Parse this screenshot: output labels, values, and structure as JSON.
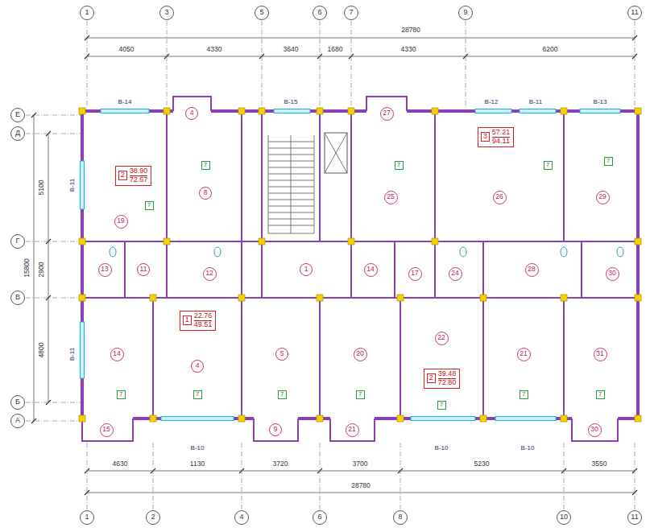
{
  "diagram": {
    "nodes": [
      {
        "text": [
          "1"
        ]
      },
      {
        "text": [
          "3"
        ]
      },
      {
        "text": [
          "5"
        ]
      },
      {
        "text": [
          "6"
        ]
      },
      {
        "text": [
          "7"
        ]
      },
      {
        "text": [
          "9"
        ]
      },
      {
        "text": [
          "11"
        ]
      },
      {
        "text": [
          "Е"
        ]
      },
      {
        "text": [
          "Д"
        ]
      },
      {
        "text": [
          "Г"
        ]
      },
      {
        "text": [
          "В"
        ]
      },
      {
        "text": [
          "Б"
        ]
      },
      {
        "text": [
          "А"
        ]
      },
      {
        "text": [
          "1"
        ]
      },
      {
        "text": [
          "2"
        ]
      },
      {
        "text": [
          "4"
        ]
      },
      {
        "text": [
          "6"
        ]
      },
      {
        "text": [
          "8"
        ]
      },
      {
        "text": [
          "10"
        ]
      },
      {
        "text": [
          "11"
        ]
      },
      {
        "text": [
          "2",
          "38.90",
          "72.67"
        ]
      },
      {
        "text": [
          "3",
          "57.21",
          "94.11"
        ]
      },
      {
        "text": [
          "1",
          "22.76",
          "49.51"
        ]
      },
      {
        "text": [
          "2",
          "39.48",
          "72.80"
        ]
      },
      {
        "text": [
          "19"
        ]
      },
      {
        "text": [
          "4"
        ]
      },
      {
        "text": [
          "8"
        ]
      },
      {
        "text": [
          "27"
        ]
      },
      {
        "text": [
          "25"
        ]
      },
      {
        "text": [
          "26"
        ]
      },
      {
        "text": [
          "29"
        ]
      },
      {
        "text": [
          "13"
        ]
      },
      {
        "text": [
          "11"
        ]
      },
      {
        "text": [
          "12"
        ]
      },
      {
        "text": [
          "1"
        ]
      },
      {
        "text": [
          "14"
        ]
      },
      {
        "text": [
          "17"
        ]
      },
      {
        "text": [
          "24"
        ]
      },
      {
        "text": [
          "28"
        ]
      },
      {
        "text": [
          "30"
        ]
      },
      {
        "text": [
          "14"
        ]
      },
      {
        "text": [
          "4"
        ]
      },
      {
        "text": [
          "5"
        ]
      },
      {
        "text": [
          "20"
        ]
      },
      {
        "text": [
          "22"
        ]
      },
      {
        "text": [
          "21"
        ]
      },
      {
        "text": [
          "31"
        ]
      },
      {
        "text": [
          "15"
        ]
      },
      {
        "text": [
          "9"
        ]
      },
      {
        "text": [
          "21"
        ]
      },
      {
        "text": [
          "30"
        ]
      },
      {
        "text": [
          "7"
        ]
      },
      {
        "text": [
          "7"
        ]
      },
      {
        "text": [
          "7"
        ]
      },
      {
        "text": [
          "7"
        ]
      },
      {
        "text": [
          "7"
        ]
      },
      {
        "text": [
          "7"
        ]
      },
      {
        "text": [
          "7"
        ]
      },
      {
        "text": [
          "7"
        ]
      },
      {
        "text": [
          "7"
        ]
      },
      {
        "text": [
          "7"
        ]
      },
      {
        "text": [
          "7"
        ]
      },
      {
        "text": [
          "7"
        ]
      }
    ],
    "labels": [
      "28780",
      "4050",
      "4330",
      "3640",
      "1680",
      "4330",
      "6200",
      "4630",
      "1130",
      "3720",
      "3700",
      "5230",
      "3550",
      "28780",
      "5100",
      "2900",
      "4800",
      "15800",
      "В-14",
      "В-15",
      "В-12",
      "В-11",
      "В-13",
      "В-11",
      "В-11",
      "В-10",
      "В-10",
      "В-10"
    ]
  }
}
